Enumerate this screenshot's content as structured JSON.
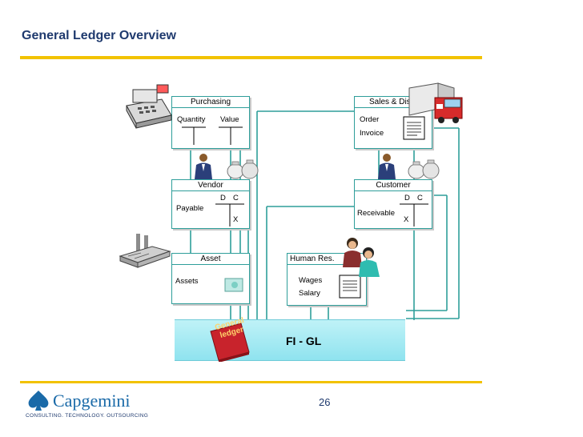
{
  "header": {
    "title": "General Ledger Overview"
  },
  "footer": {
    "page_number": "26",
    "logo": {
      "name": "Capgemini",
      "tagline": "CONSULTING. TECHNOLOGY. OUTSOURCING"
    }
  },
  "diagram": {
    "purchasing": {
      "title": "Purchasing",
      "col1": "Quantity",
      "col2": "Value"
    },
    "sales": {
      "title": "Sales & Distr.",
      "line1": "Order",
      "line2": "Invoice"
    },
    "vendor": {
      "title": "Vendor",
      "debit": "D",
      "credit": "C",
      "account": "Payable",
      "mark": "X"
    },
    "customer": {
      "title": "Customer",
      "debit": "D",
      "credit": "C",
      "account": "Receivable",
      "mark": "X"
    },
    "asset": {
      "title": "Asset",
      "account": "Assets"
    },
    "human_resources": {
      "title": "Human Res.",
      "line1": "Wages",
      "line2": "Salary"
    },
    "general_ledger": {
      "book_line1": "General",
      "book_line2": "ledger",
      "label": "FI - GL"
    }
  },
  "colors": {
    "title": "#1f3a6e",
    "accent": "#f2c200",
    "connector": "#2e9e9a",
    "ledger_bar": "#8fe3ef",
    "book": "#c8232c"
  }
}
